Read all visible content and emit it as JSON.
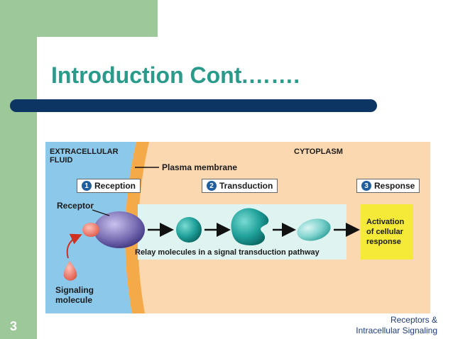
{
  "slide": {
    "title": "Introduction Cont.…….",
    "slide_number": "3",
    "footer_line1": "Receptors &",
    "footer_line2": "Intracellular Signaling"
  },
  "diagram": {
    "extracellular_label": "EXTRACELLULAR\nFLUID",
    "cytoplasm_label": "CYTOPLASM",
    "membrane_label": "Plasma membrane",
    "steps": [
      {
        "num": "1",
        "label": "Reception"
      },
      {
        "num": "2",
        "label": "Transduction"
      },
      {
        "num": "3",
        "label": "Response"
      }
    ],
    "receptor_label": "Receptor",
    "signaling_label": "Signaling\nmolecule",
    "relay_label": "Relay molecules in a signal transduction pathway",
    "response_text": "Activation\nof cellular\nresponse",
    "colors": {
      "extracellular": "#8cc8ea",
      "membrane": "#f4aa48",
      "cytoplasm": "#fcd8b0",
      "relay_panel": "#dff3f0",
      "response": "#f5ea38",
      "relay_molecule": "#1fa09a",
      "receptor": "#7a6fb4",
      "signal": "#f07a6a"
    }
  }
}
